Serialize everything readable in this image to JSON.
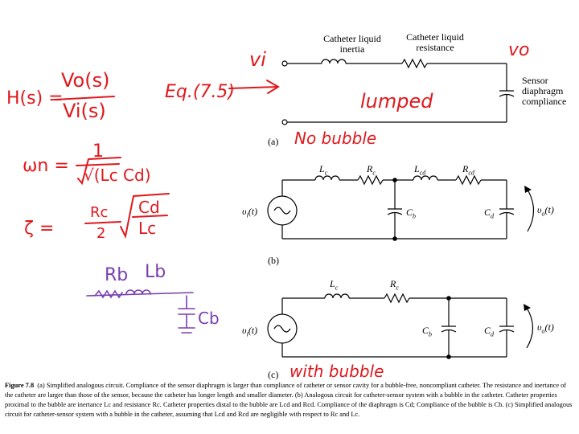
{
  "figure": {
    "labels": {
      "catheter_inertia": "Catheter liquid inertia",
      "catheter_resistance": "Catheter liquid resistance",
      "sensor_compliance": "Sensor diaphragm compliance",
      "part_a": "(a)",
      "part_b": "(b)",
      "part_c": "(c)"
    },
    "circuit_b": {
      "lc": "L",
      "lc_sub": "c",
      "rc": "R",
      "rc_sub": "c",
      "lcd": "L",
      "lcd_sub": "cd",
      "rcd": "R",
      "rcd_sub": "cd",
      "cb": "C",
      "cb_sub": "b",
      "cd": "C",
      "cd_sub": "d",
      "vi": "υ",
      "vi_sub": "i",
      "vi_arg": "(t)",
      "vo": "υ",
      "vo_sub": "o",
      "vo_arg": "(t)"
    },
    "circuit_c": {
      "lc": "L",
      "lc_sub": "c",
      "rc": "R",
      "rc_sub": "c",
      "cb": "C",
      "cb_sub": "b",
      "cd": "C",
      "cd_sub": "d",
      "vi": "υ",
      "vi_sub": "i",
      "vi_arg": "(t)",
      "vo": "υ",
      "vo_sub": "o",
      "vo_arg": "(t)"
    },
    "caption_label": "Figure 7.8",
    "caption_text": "(a) Simplified analogous circuit. Compliance of the sensor diaphragm is larger than compliance of catheter or sensor cavity for a bubble-free, noncompliant catheter. The resistance and inertance of the catheter are larger than those of the sensor, because the catheter has longer length and smaller diameter. (b) Analogous circuit for catheter-sensor system with a bubble in the catheter. Catheter properties proximal to the bubble are inertance Lc and resistance Rc. Catheter properties distal to the bubble are Lcd and Rcd. Compliance of the diaphragm is Cd; Compliance of the bubble is Cb. (c) Simplified analogous circuit for catheter-sensor system with a bubble in the catheter, assuming that Lcd and Rcd are negligible with respect to Rc and Lc."
  },
  "annotations": {
    "vi": "vi",
    "vo": "vo",
    "tf_lhs": "H(s) =",
    "tf_num": "Vo(s)",
    "tf_den": "Vi(s)",
    "eq_ref": "Eq.(7.5)",
    "lumped": "lumped",
    "no_bubble": "No bubble",
    "wn_lhs": "ωn =",
    "wn_num": "1",
    "wn_den": "√(Lc Cd)",
    "zeta_lhs": "ζ =",
    "zeta_a": "Rc",
    "zeta_b": "2",
    "zeta_c": "Cd",
    "zeta_d": "Lc",
    "rb": "Rb",
    "lb": "Lb",
    "cb": "Cb",
    "with_bubble": "with bubble"
  },
  "colors": {
    "ink_red": "#e0181c",
    "ink_purple": "#7a3fb0",
    "wire": "#000000"
  }
}
